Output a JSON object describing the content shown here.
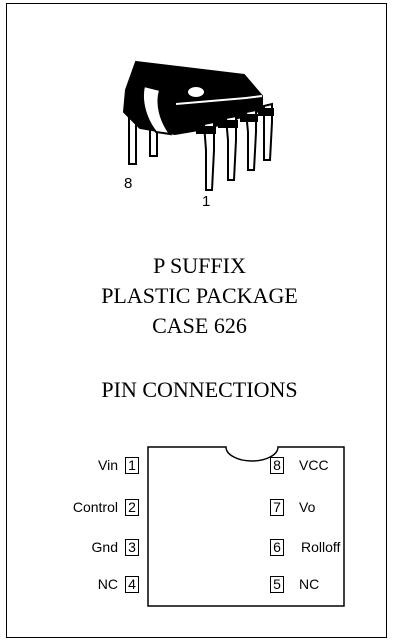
{
  "package_labels": {
    "pin8": "8",
    "pin1": "1"
  },
  "package_info": {
    "line1": "P SUFFIX",
    "line2": "PLASTIC PACKAGE",
    "line3": "CASE 626"
  },
  "pin_connections_title": "PIN CONNECTIONS",
  "pins": {
    "left": [
      {
        "num": "1",
        "name": "Vin"
      },
      {
        "num": "2",
        "name": "Control"
      },
      {
        "num": "3",
        "name": "Gnd"
      },
      {
        "num": "4",
        "name": "NC"
      }
    ],
    "right": [
      {
        "num": "8",
        "name": "VCC"
      },
      {
        "num": "7",
        "name": "Vo"
      },
      {
        "num": "6",
        "name": "Rolloff"
      },
      {
        "num": "5",
        "name": "NC"
      }
    ]
  }
}
